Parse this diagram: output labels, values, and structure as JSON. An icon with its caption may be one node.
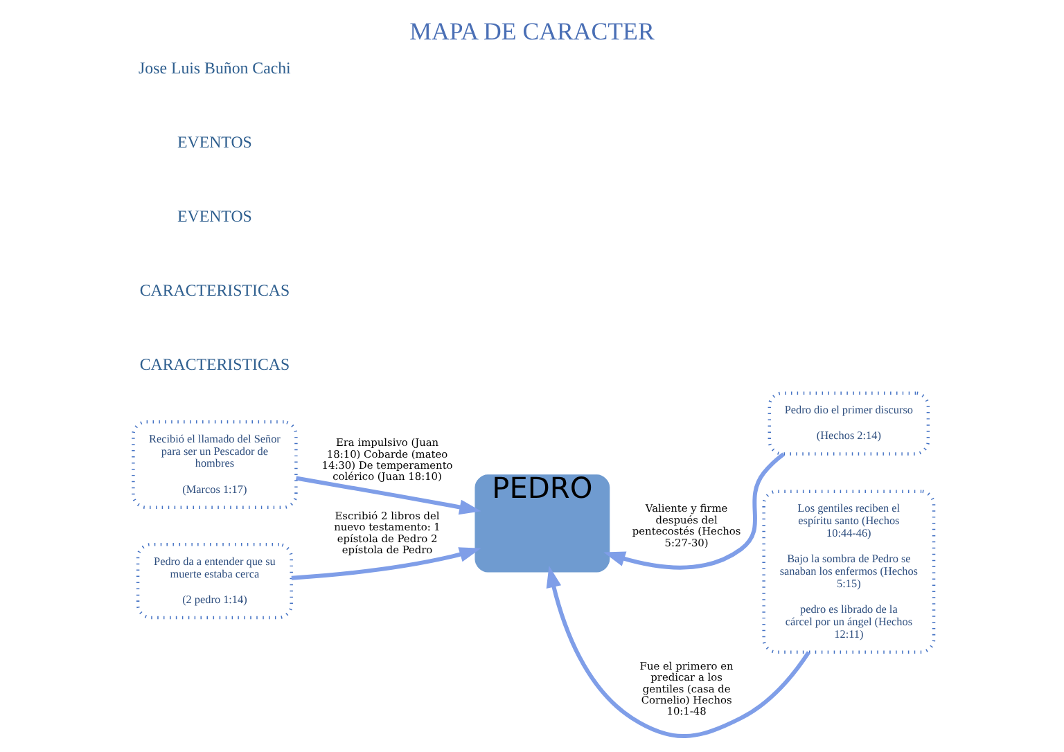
{
  "diagram": {
    "title": "MAPA DE CARACTER",
    "nodes": [
      {
        "text": [
          "PEDRO"
        ]
      },
      {
        "text": [
          "Recibió el llamado del Señor para ser un Pescador de hombres",
          "(Marcos 1:17)"
        ]
      },
      {
        "text": [
          "Pedro dio el primer discurso",
          "(Hechos 2:14)"
        ]
      },
      {
        "text": [
          "Pedro da a entender que su muerte estaba cerca",
          "(2 pedro 1:14)"
        ]
      },
      {
        "text": [
          "Los gentiles reciben el espíritu santo (Hechos 10:44-46)",
          "Bajo la sombra de Pedro se sanaban los enfermos (Hechos 5:15)",
          "pedro es librado de la cárcel por un ángel (Hechos 12:11)"
        ]
      }
    ],
    "edges": [
      {
        "from": 1,
        "to": 0,
        "arrow": "to",
        "label": "Era impulsivo (Juan 18:10) Cobarde (mateo 14:30) De temperamento colérico (Juan 18:10)"
      },
      {
        "from": 2,
        "to": 0,
        "arrow": "to",
        "label": "Valiente y firme después del pentecostés (Hechos 5:27-30)"
      },
      {
        "from": 3,
        "to": 0,
        "arrow": "to",
        "label": "Escribió 2 libros del nuevo testamento: 1 epístola de Pedro 2 epístola de Pedro"
      },
      {
        "from": 4,
        "to": 0,
        "arrow": "to",
        "label": "Fue el primero en predicar a los gentiles (casa de Cornelio) Hechos 10:1-48"
      }
    ],
    "labels": [
      "CARACTERISTICAS",
      "CARACTERISTICAS",
      "EVENTOS",
      "EVENTOS",
      "Jose Luis Buñon Cachi"
    ]
  }
}
